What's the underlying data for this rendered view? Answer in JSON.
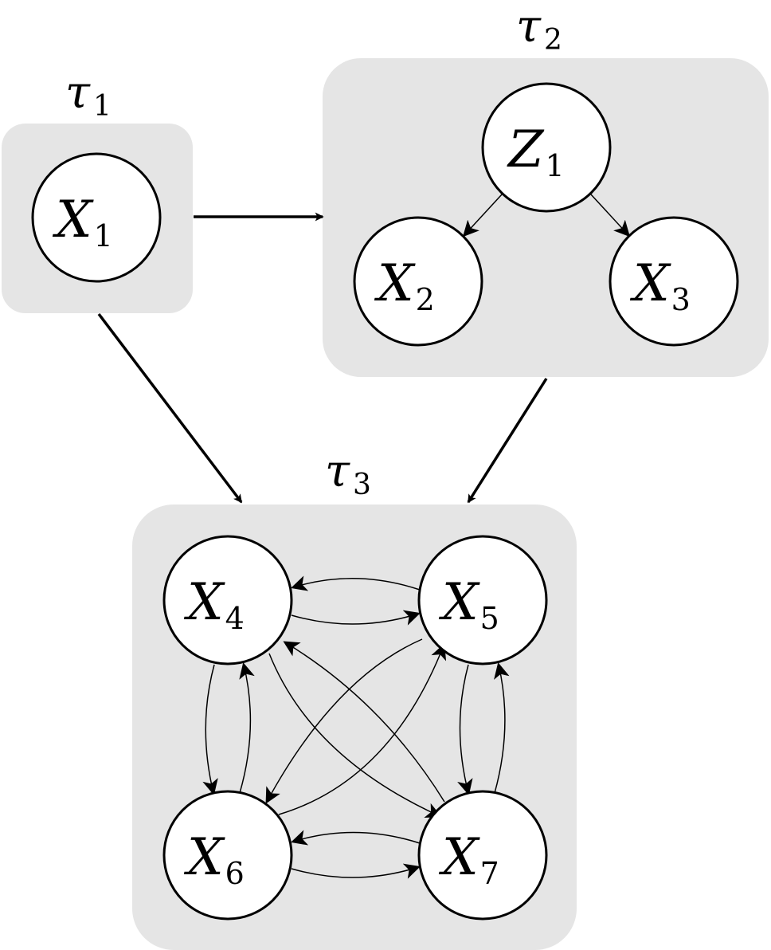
{
  "clusters": [
    {
      "id": "tau1",
      "title": "τ",
      "sub": "1"
    },
    {
      "id": "tau2",
      "title": "τ",
      "sub": "2"
    },
    {
      "id": "tau3",
      "title": "τ",
      "sub": "3"
    }
  ],
  "nodes": [
    {
      "id": "X1",
      "main": "X",
      "sub": "1",
      "cluster": "tau1"
    },
    {
      "id": "Z1",
      "main": "Z",
      "sub": "1",
      "cluster": "tau2"
    },
    {
      "id": "X2",
      "main": "X",
      "sub": "2",
      "cluster": "tau2"
    },
    {
      "id": "X3",
      "main": "X",
      "sub": "3",
      "cluster": "tau2"
    },
    {
      "id": "X4",
      "main": "X",
      "sub": "4",
      "cluster": "tau3"
    },
    {
      "id": "X5",
      "main": "X",
      "sub": "5",
      "cluster": "tau3"
    },
    {
      "id": "X6",
      "main": "X",
      "sub": "6",
      "cluster": "tau3"
    },
    {
      "id": "X7",
      "main": "X",
      "sub": "7",
      "cluster": "tau3"
    }
  ],
  "cluster_edges": [
    {
      "from": "tau1",
      "to": "tau2"
    },
    {
      "from": "tau1",
      "to": "tau3"
    },
    {
      "from": "tau2",
      "to": "tau3"
    }
  ],
  "node_edges": [
    {
      "from": "Z1",
      "to": "X2"
    },
    {
      "from": "Z1",
      "to": "X3"
    },
    {
      "from": "X4",
      "to": "X5"
    },
    {
      "from": "X5",
      "to": "X4"
    },
    {
      "from": "X4",
      "to": "X6"
    },
    {
      "from": "X6",
      "to": "X4"
    },
    {
      "from": "X5",
      "to": "X7"
    },
    {
      "from": "X7",
      "to": "X5"
    },
    {
      "from": "X6",
      "to": "X7"
    },
    {
      "from": "X7",
      "to": "X6"
    },
    {
      "from": "X4",
      "to": "X7"
    },
    {
      "from": "X7",
      "to": "X4"
    },
    {
      "from": "X5",
      "to": "X6"
    },
    {
      "from": "X6",
      "to": "X5"
    }
  ]
}
